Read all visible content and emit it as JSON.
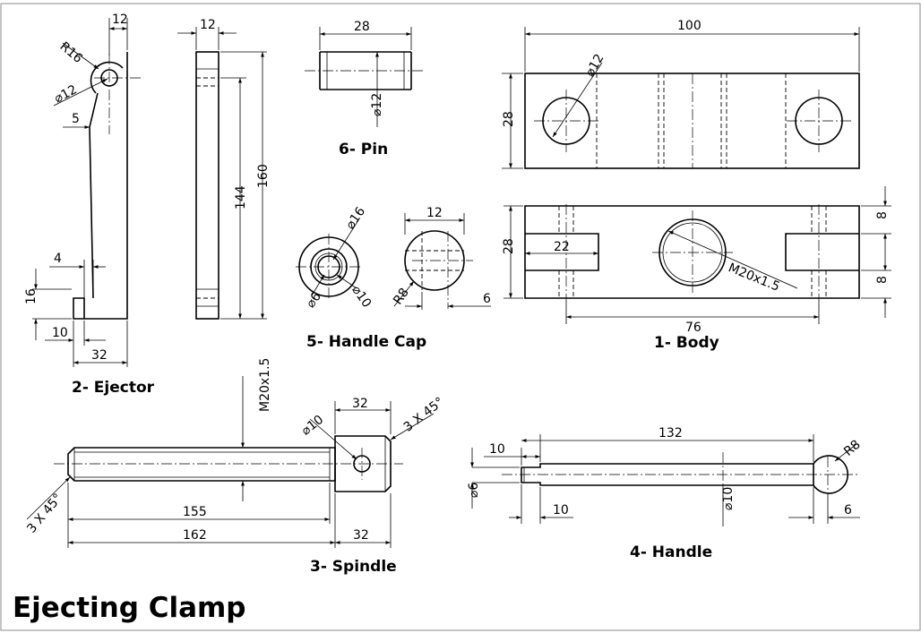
{
  "title": "Ejecting Clamp",
  "parts": {
    "body": "1- Body",
    "ejector": "2- Ejector",
    "spindle": "3- Spindle",
    "handle": "4- Handle",
    "handle_cap": "5- Handle Cap",
    "pin": "6- Pin"
  },
  "dims": {
    "ejector": {
      "w12": "12",
      "r16": "R16",
      "d12": "⌀12",
      "d5": "5",
      "d4": "4",
      "d16": "16",
      "d10": "10",
      "d32": "32"
    },
    "ejector_side": {
      "w12": "12",
      "h160": "160",
      "h144": "144"
    },
    "pin": {
      "l28": "28",
      "d12": "⌀12"
    },
    "cap": {
      "d16": "⌀16",
      "d6": "⌀6",
      "d10": "⌀10",
      "w12": "12",
      "r8": "R8",
      "d6b": "6"
    },
    "body": {
      "l100": "100",
      "d12": "⌀12",
      "h28": "28",
      "h28b": "28",
      "s22": "22",
      "thread": "M20x1.5",
      "s76": "76",
      "s8a": "8",
      "s8b": "8"
    },
    "spindle": {
      "thread": "M20x1.5",
      "d10": "⌀10",
      "w32": "32",
      "chamfer_r": "3 X 45°",
      "chamfer_l": "3 X 45°",
      "l155": "155",
      "l162": "162",
      "w32b": "32"
    },
    "handle": {
      "l10": "10",
      "l132": "132",
      "r8": "R8",
      "d6": "⌀6",
      "d10": "⌀10",
      "l10b": "10",
      "l6": "6"
    }
  }
}
